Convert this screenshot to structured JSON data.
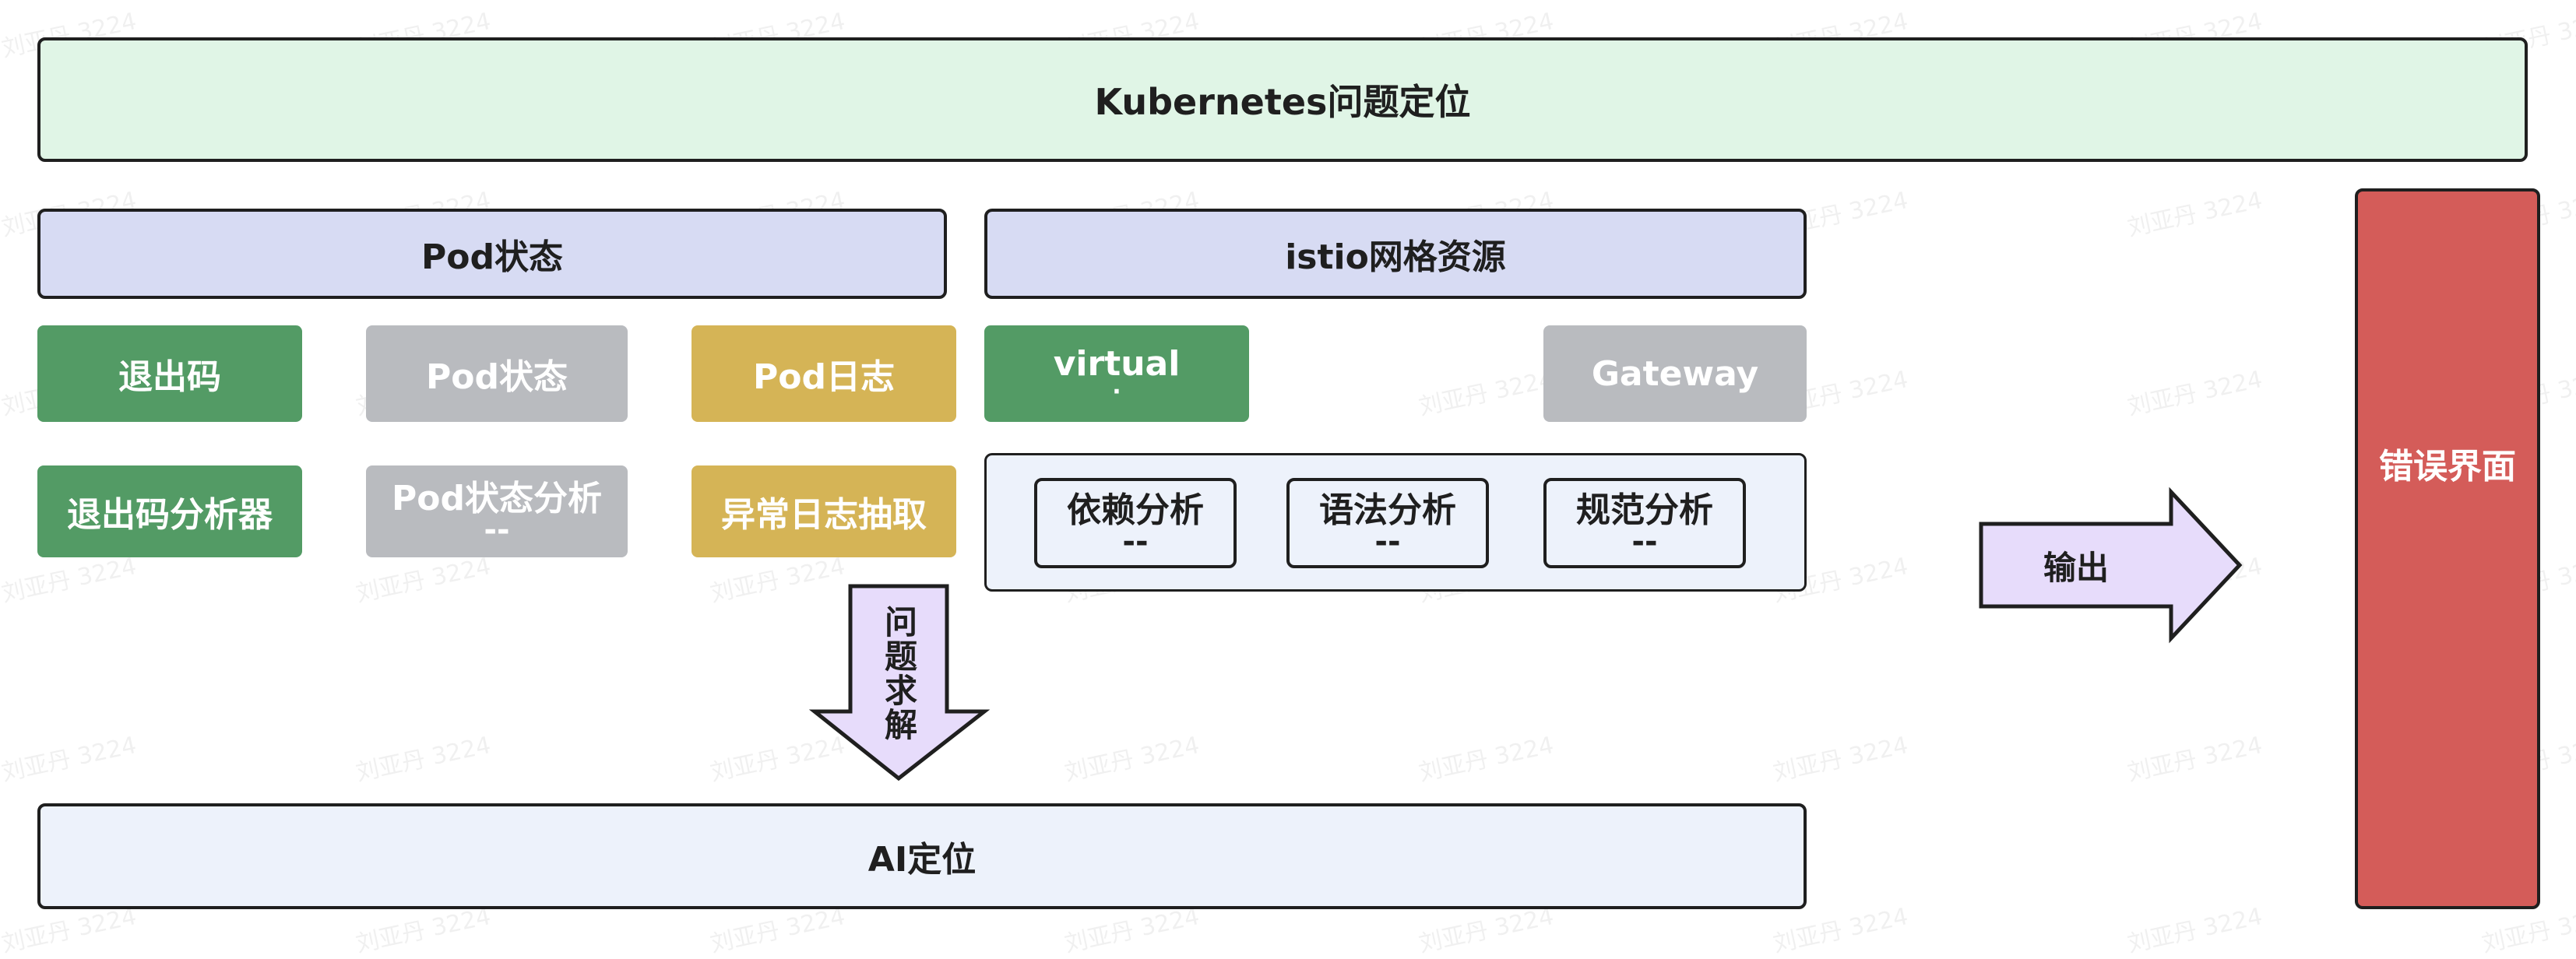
{
  "watermark": "刘亚丹 3224",
  "header": {
    "title": "Kubernetes问题定位"
  },
  "pod_section": {
    "title": "Pod状态",
    "row1": [
      "退出码",
      "Pod状态",
      "Pod日志"
    ],
    "row2": [
      "退出码分析器",
      "Pod状态分析",
      "异常日志抽取"
    ],
    "row2_suffix": "--"
  },
  "istio_section": {
    "title": "istio网格资源",
    "resources": {
      "virtual": "virtual",
      "virtual_suffix": "·",
      "gateway": "Gateway"
    },
    "analyses": [
      "依赖分析",
      "语法分析",
      "规范分析"
    ],
    "analysis_suffix": "--"
  },
  "arrows": {
    "solve": "问题求解",
    "output": "输出"
  },
  "ai": {
    "title": "AI定位"
  },
  "error": {
    "title": "错误界面"
  },
  "colors": {
    "header_fill": "#e0f5e6",
    "section_fill": "#d7dbf3",
    "green": "#539b65",
    "gray": "#b9bbbf",
    "gold": "#d5b456",
    "light_blue": "#edf2fb",
    "arrow_fill": "#e7dcfb",
    "red": "#d45c59"
  }
}
